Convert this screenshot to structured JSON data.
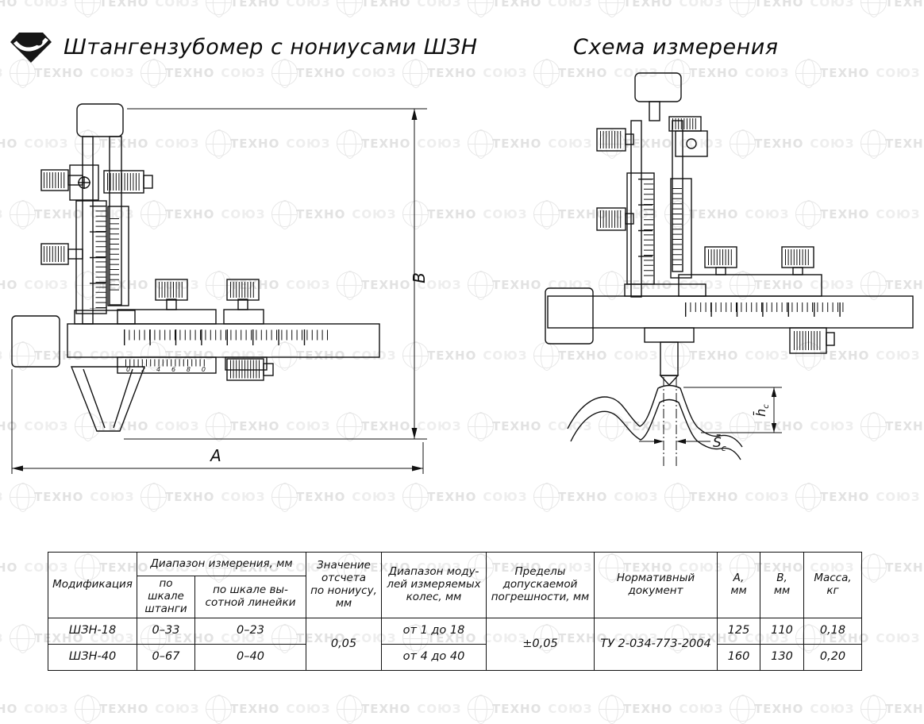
{
  "watermark": {
    "text": "ТЕХНОСОЮЗ"
  },
  "header": {
    "title_left": "Штангензубомер с нониусами ШЗН",
    "title_right": "Схема измерения"
  },
  "drawing_left": {
    "dim_width_label": "A",
    "dim_height_label": "B",
    "vernier_numbers": "0 2 4 6 8 0"
  },
  "drawing_right": {
    "chord_label_main": "S̄",
    "chord_label_sub": "c",
    "depth_label_main": "h̄",
    "depth_label_sub": "c"
  },
  "table": {
    "headers": {
      "modification": "Модификация",
      "range_group": "Диапазон измерения, мм",
      "range_beam": "по шкале\nштанги",
      "range_height": "по шкале вы-\nсотной линейки",
      "vernier_reading": "Значение\nотсчета\nпо нониусу,\nмм",
      "module_range": "Диапазон моду-\nлей измеряемых\nколес, мм",
      "error_limits": "Пределы\nдопускаемой\nпогрешности, мм",
      "normative_doc": "Нормативный\nдокумент",
      "dim_a": "A,\nмм",
      "dim_b": "B,\nмм",
      "mass": "Масса,\nкг"
    },
    "shared": {
      "vernier_reading": "0,05",
      "error_limits": "±0,05",
      "normative_doc": "ТУ 2-034-773-2004"
    },
    "rows": [
      {
        "modification": "ШЗН-18",
        "range_beam": "0–33",
        "range_height": "0–23",
        "module_range": "от 1 до 18",
        "dim_a": "125",
        "dim_b": "110",
        "mass": "0,18"
      },
      {
        "modification": "ШЗН-40",
        "range_beam": "0–67",
        "range_height": "0–40",
        "module_range": "от 4 до 40",
        "dim_a": "160",
        "dim_b": "130",
        "mass": "0,20"
      }
    ]
  }
}
